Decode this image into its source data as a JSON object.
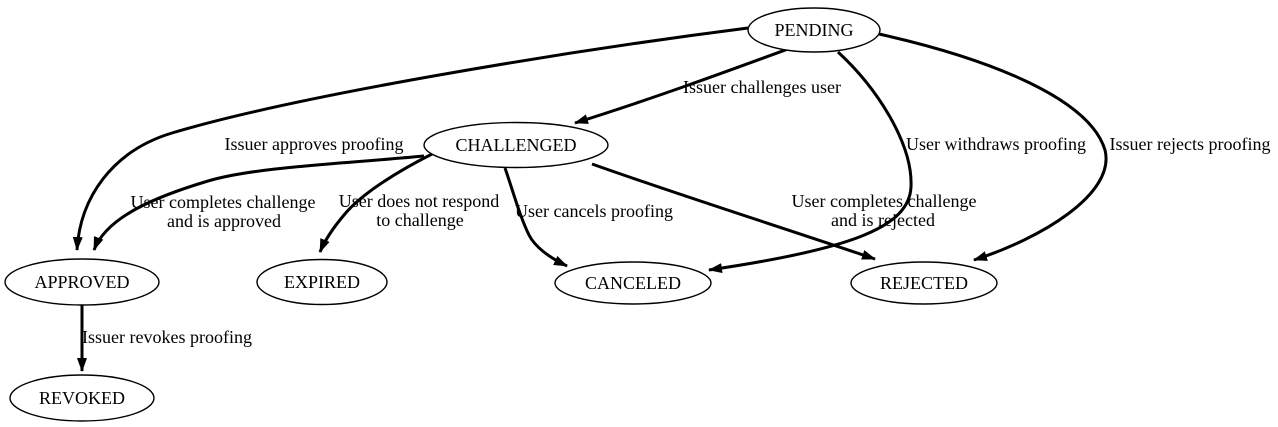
{
  "diagram": {
    "type": "state-transition-diagram",
    "background_color": "#ffffff",
    "line_color": "#000000",
    "text_color": "#000000",
    "node_fill_color": "#ffffff",
    "nodes": [
      {
        "id": "pending",
        "label": "PENDING"
      },
      {
        "id": "challenged",
        "label": "CHALLENGED"
      },
      {
        "id": "approved",
        "label": "APPROVED"
      },
      {
        "id": "expired",
        "label": "EXPIRED"
      },
      {
        "id": "canceled",
        "label": "CANCELED"
      },
      {
        "id": "rejected",
        "label": "REJECTED"
      },
      {
        "id": "revoked",
        "label": "REVOKED"
      }
    ],
    "edges": [
      {
        "from": "PENDING",
        "to": "CHALLENGED",
        "label": "Issuer challenges user"
      },
      {
        "from": "PENDING",
        "to": "APPROVED",
        "label": "Issuer approves proofing"
      },
      {
        "from": "PENDING",
        "to": "CANCELED",
        "label": "User withdraws proofing"
      },
      {
        "from": "PENDING",
        "to": "REJECTED",
        "label": "Issuer rejects proofing"
      },
      {
        "from": "CHALLENGED",
        "to": "APPROVED",
        "label": "User completes challenge and is approved",
        "label_lines": [
          "User completes challenge",
          "and is approved"
        ]
      },
      {
        "from": "CHALLENGED",
        "to": "EXPIRED",
        "label": "User does not respond to challenge",
        "label_lines": [
          "User does not respond",
          "to challenge"
        ]
      },
      {
        "from": "CHALLENGED",
        "to": "CANCELED",
        "label": "User cancels proofing"
      },
      {
        "from": "CHALLENGED",
        "to": "REJECTED",
        "label": "User completes challenge and is rejected",
        "label_lines": [
          "User completes challenge",
          "and is rejected"
        ]
      },
      {
        "from": "APPROVED",
        "to": "REVOKED",
        "label": "Issuer revokes proofing"
      }
    ]
  }
}
